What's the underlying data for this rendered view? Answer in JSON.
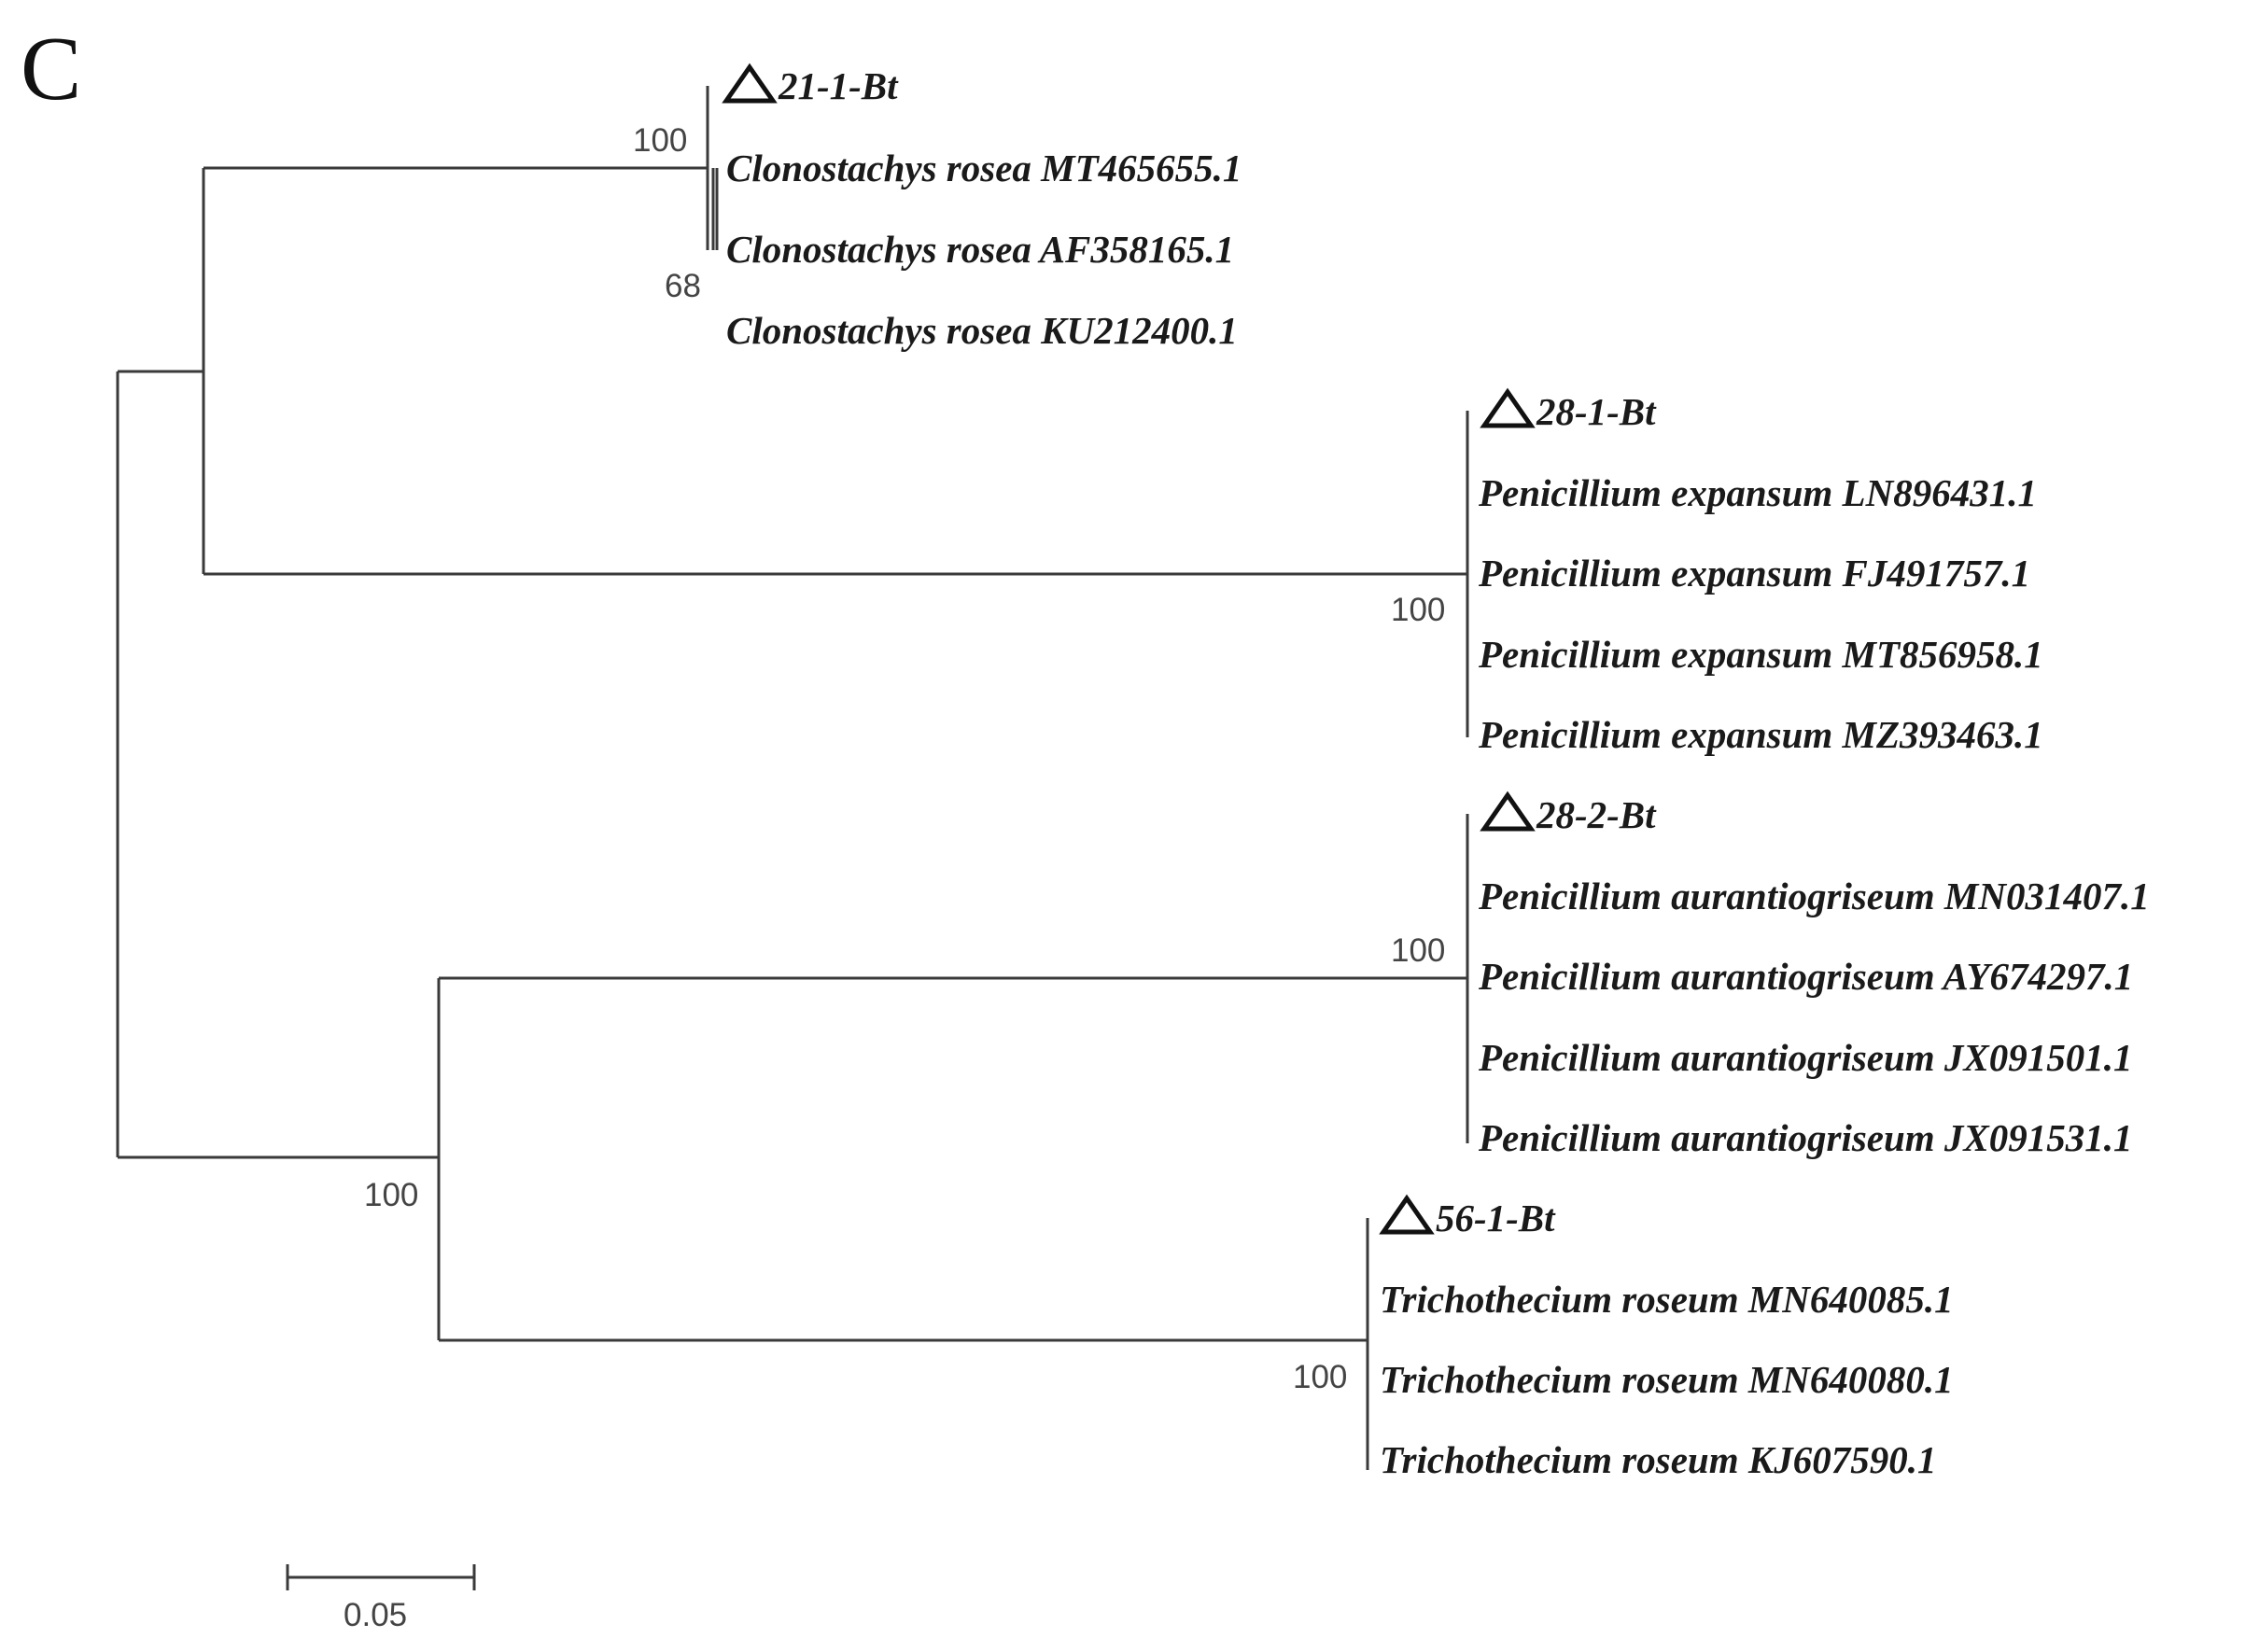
{
  "panel_label": "C",
  "scale_bar": {
    "label": "0.05",
    "length": 0.05
  },
  "marker_icon": "triangle-outline-icon",
  "clades": [
    {
      "support": "100",
      "inner_support": "68",
      "taxa": [
        {
          "label": "21-1-Bt",
          "marked": true
        },
        {
          "label": "Clonostachys rosea MT465655.1",
          "marked": false
        },
        {
          "label": "Clonostachys rosea AF358165.1",
          "marked": false
        },
        {
          "label": "Clonostachys rosea KU212400.1",
          "marked": false
        }
      ]
    },
    {
      "support": "100",
      "taxa": [
        {
          "label": "28-1-Bt",
          "marked": true
        },
        {
          "label": "Penicillium expansum LN896431.1",
          "marked": false
        },
        {
          "label": "Penicillium expansum FJ491757.1",
          "marked": false
        },
        {
          "label": "Penicillium expansum MT856958.1",
          "marked": false
        },
        {
          "label": "Penicillium expansum MZ393463.1",
          "marked": false
        }
      ]
    },
    {
      "support": "100",
      "taxa": [
        {
          "label": "28-2-Bt",
          "marked": true
        },
        {
          "label": "Penicillium aurantiogriseum MN031407.1",
          "marked": false
        },
        {
          "label": "Penicillium aurantiogriseum AY674297.1",
          "marked": false
        },
        {
          "label": "Penicillium aurantiogriseum JX091501.1",
          "marked": false
        },
        {
          "label": "Penicillium aurantiogriseum JX091531.1",
          "marked": false
        }
      ]
    },
    {
      "support": "100",
      "taxa": [
        {
          "label": "56-1-Bt",
          "marked": true
        },
        {
          "label": "Trichothecium roseum MN640085.1",
          "marked": false
        },
        {
          "label": "Trichothecium roseum MN640080.1",
          "marked": false
        },
        {
          "label": "Trichothecium roseum KJ607590.1",
          "marked": false
        }
      ]
    }
  ],
  "internal_support": {
    "penicillium_trichothecium_node": "100"
  }
}
